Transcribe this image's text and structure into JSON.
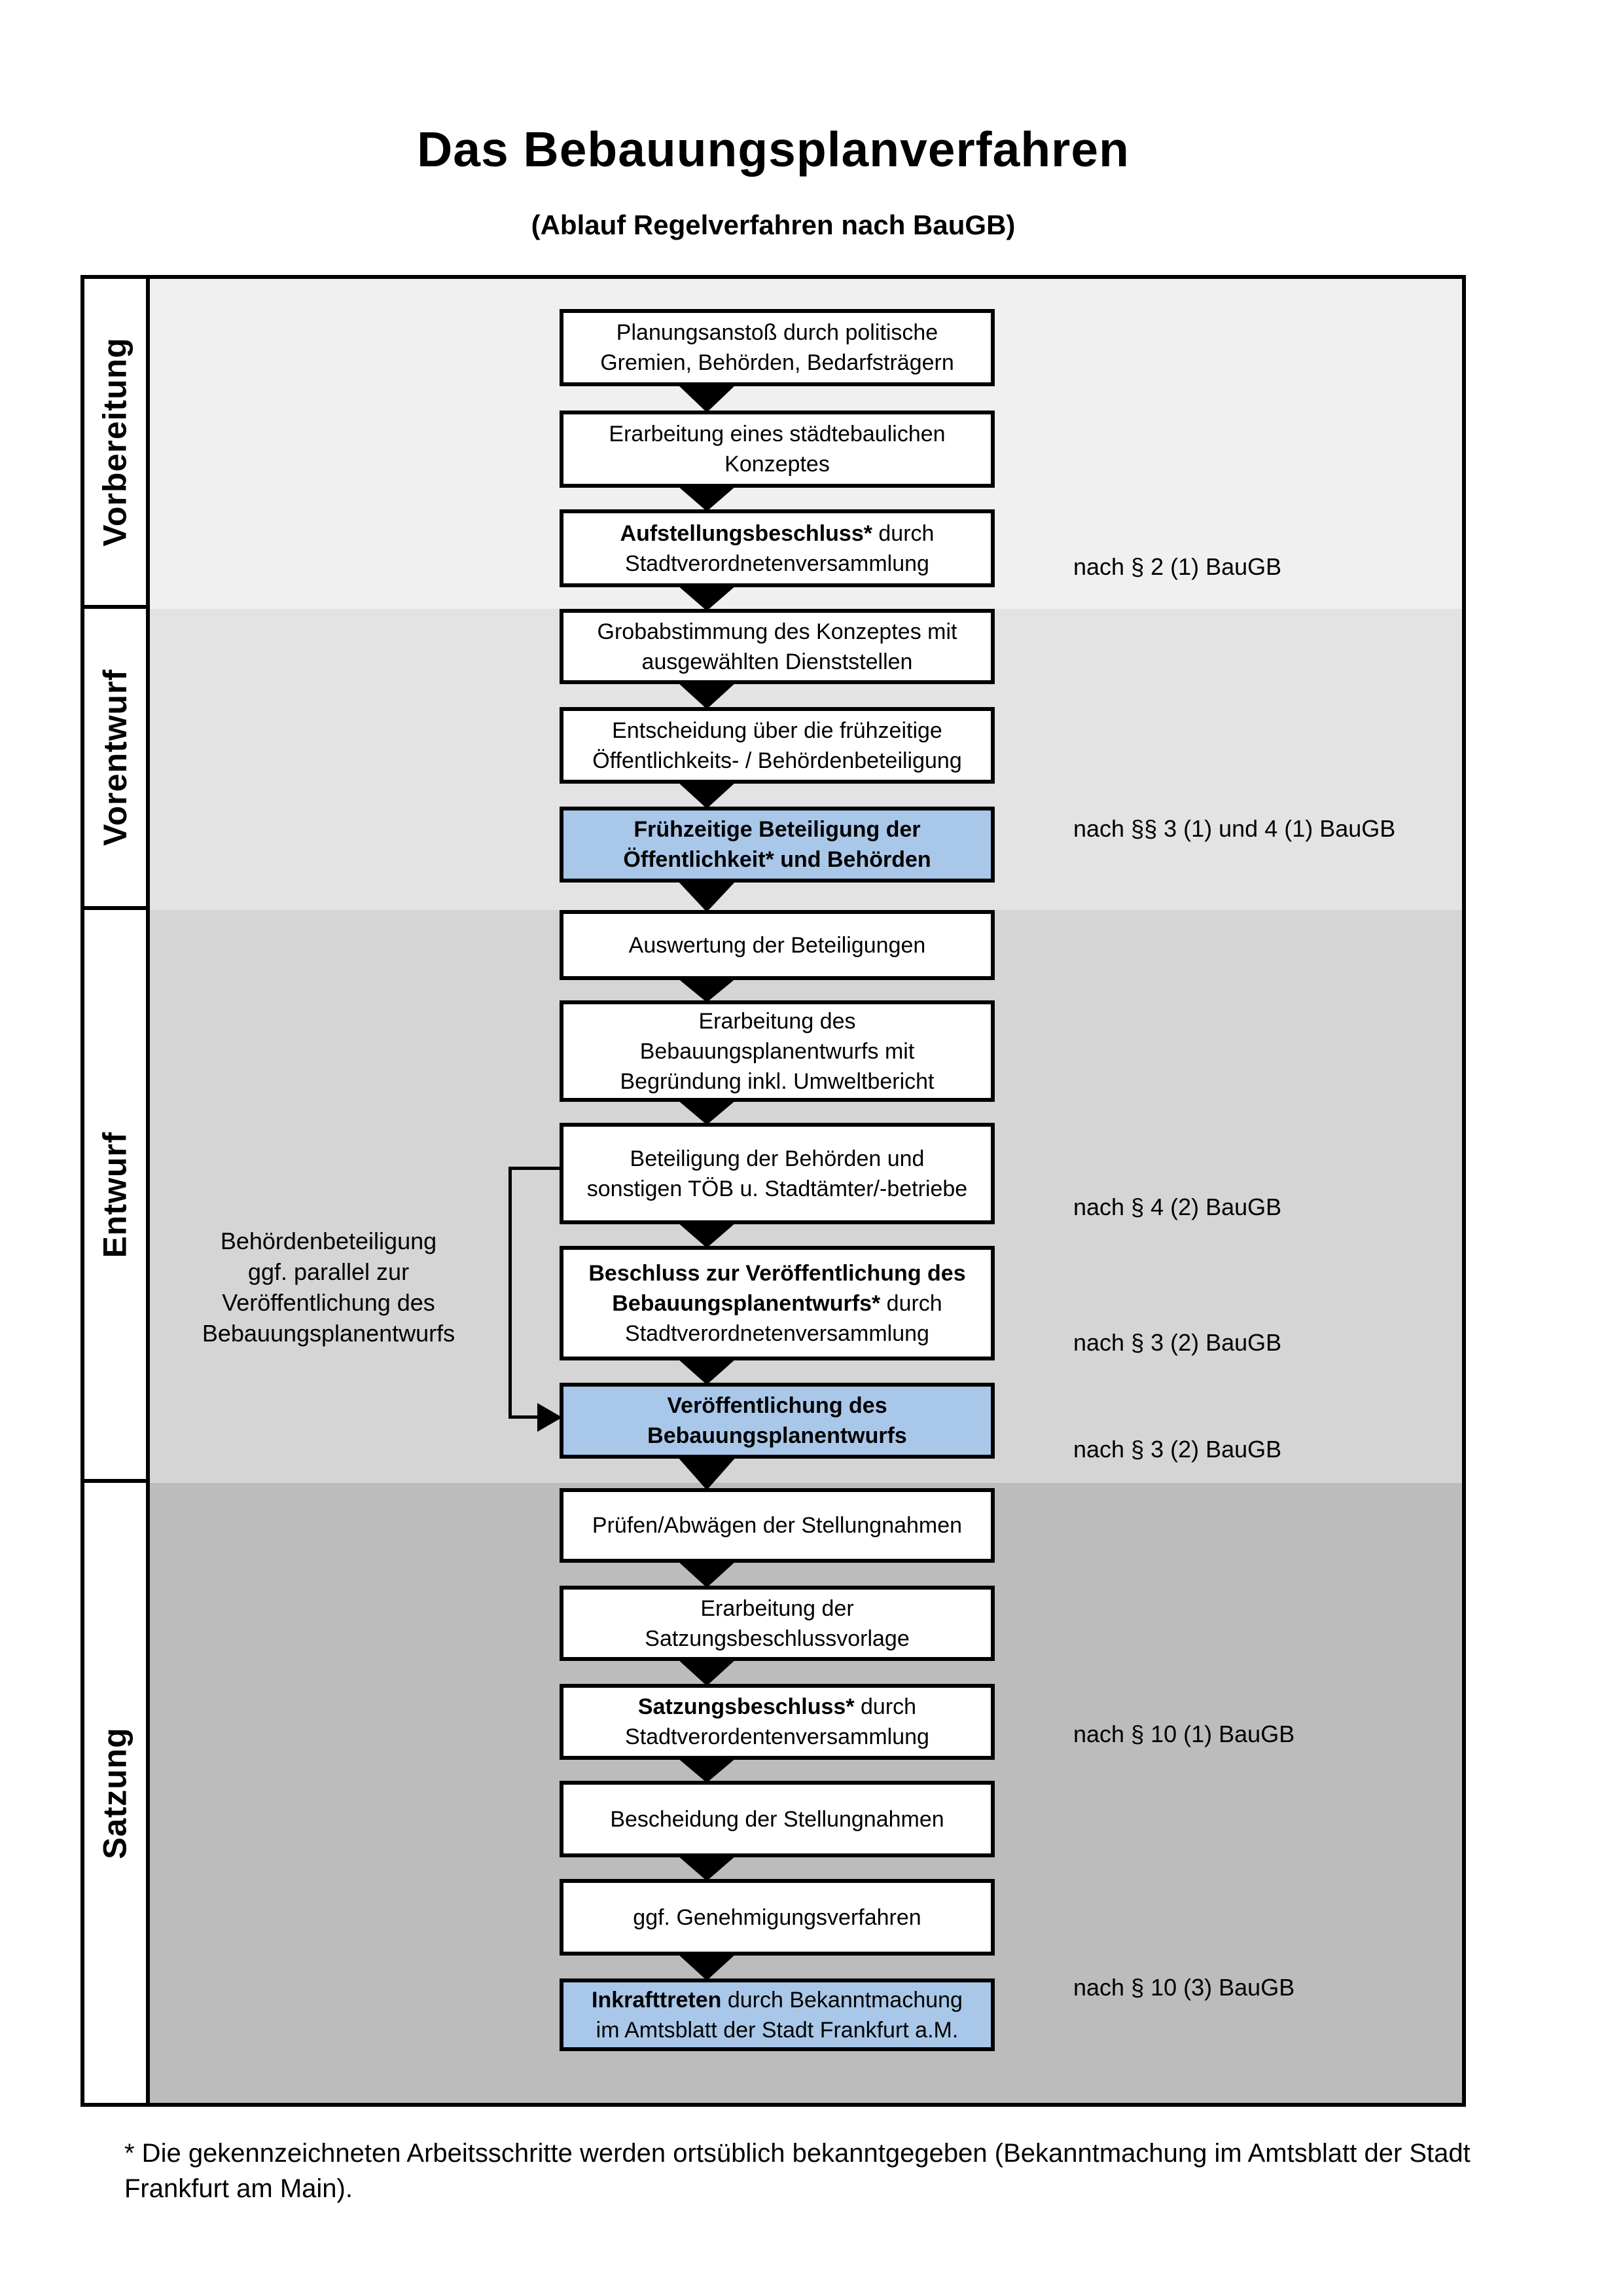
{
  "title": "Das Bebauungsplanverfahren",
  "subtitle": "(Ablauf Regelverfahren nach BauGB)",
  "colors": {
    "highlight": "#a9c7e8",
    "line": "#000000",
    "box_bg": "#ffffff",
    "phase_backgrounds": [
      "#f0f0f0",
      "#e3e3e3",
      "#d5d5d5",
      "#bcbcbc"
    ]
  },
  "phases": [
    {
      "label": "Vorbereitung"
    },
    {
      "label": "Vorentwurf"
    },
    {
      "label": "Entwurf"
    },
    {
      "label": "Satzung"
    }
  ],
  "boxes": [
    {
      "id": "planungsanstoss",
      "highlight": false,
      "reference": null,
      "lines": [
        [
          {
            "t": "Planungsanstoß durch politische",
            "b": false
          }
        ],
        [
          {
            "t": "Gremien, Behörden, Bedarfsträgern",
            "b": false
          }
        ]
      ]
    },
    {
      "id": "staedtebauliches-konzept",
      "highlight": false,
      "reference": null,
      "lines": [
        [
          {
            "t": "Erarbeitung eines städtebaulichen",
            "b": false
          }
        ],
        [
          {
            "t": "Konzeptes",
            "b": false
          }
        ]
      ]
    },
    {
      "id": "aufstellungsbeschluss",
      "highlight": false,
      "reference": "nach § 2 (1) BauGB",
      "lines": [
        [
          {
            "t": "Aufstellungsbeschluss*",
            "b": true
          },
          {
            "t": " durch",
            "b": false
          }
        ],
        [
          {
            "t": "Stadtverordnetenversammlung",
            "b": false
          }
        ]
      ]
    },
    {
      "id": "grobabstimmung",
      "highlight": false,
      "reference": null,
      "lines": [
        [
          {
            "t": "Grobabstimmung des Konzeptes mit",
            "b": false
          }
        ],
        [
          {
            "t": "ausgewählten Dienststellen",
            "b": false
          }
        ]
      ]
    },
    {
      "id": "entscheidung-fruehzeitige-beteiligung",
      "highlight": false,
      "reference": null,
      "lines": [
        [
          {
            "t": "Entscheidung über die frühzeitige",
            "b": false
          }
        ],
        [
          {
            "t": "Öffentlichkeits- / Behördenbeteiligung",
            "b": false
          }
        ]
      ]
    },
    {
      "id": "fruehzeitige-beteiligung",
      "highlight": true,
      "reference": "nach §§ 3 (1) und 4 (1) BauGB",
      "lines": [
        [
          {
            "t": "Frühzeitige Beteiligung der",
            "b": true
          }
        ],
        [
          {
            "t": "Öffentlichkeit* und Behörden",
            "b": true
          }
        ]
      ]
    },
    {
      "id": "auswertung-beteiligungen",
      "highlight": false,
      "reference": null,
      "lines": [
        [
          {
            "t": "Auswertung der Beteiligungen",
            "b": false
          }
        ]
      ]
    },
    {
      "id": "erarbeitung-bebauungsplanentwurf",
      "highlight": false,
      "reference": null,
      "lines": [
        [
          {
            "t": "Erarbeitung des",
            "b": false
          }
        ],
        [
          {
            "t": "Bebauungsplanentwurfs mit",
            "b": false
          }
        ],
        [
          {
            "t": "Begründung inkl. Umweltbericht",
            "b": false
          }
        ]
      ]
    },
    {
      "id": "beteiligung-behoerden",
      "highlight": false,
      "reference": "nach § 4 (2) BauGB",
      "lines": [
        [
          {
            "t": "Beteiligung der Behörden und",
            "b": false
          }
        ],
        [
          {
            "t": "sonstigen TÖB u. Stadtämter/-betriebe",
            "b": false
          }
        ]
      ]
    },
    {
      "id": "beschluss-veroeffentlichung",
      "highlight": false,
      "reference": "nach § 3 (2) BauGB",
      "lines": [
        [
          {
            "t": "Beschluss zur Veröffentlichung des",
            "b": true
          }
        ],
        [
          {
            "t": "Bebauungsplanentwurfs*",
            "b": true
          },
          {
            "t": " durch",
            "b": false
          }
        ],
        [
          {
            "t": "Stadtverordnetenversammlung",
            "b": false
          }
        ]
      ]
    },
    {
      "id": "veroeffentlichung-entwurf",
      "highlight": true,
      "reference": "nach § 3 (2) BauGB",
      "lines": [
        [
          {
            "t": "Veröffentlichung des",
            "b": true
          }
        ],
        [
          {
            "t": "Bebauungsplanentwurfs",
            "b": true
          }
        ]
      ]
    },
    {
      "id": "pruefen-abwaegen",
      "highlight": false,
      "reference": null,
      "lines": [
        [
          {
            "t": "Prüfen/Abwägen der Stellungnahmen",
            "b": false
          }
        ]
      ]
    },
    {
      "id": "satzungsbeschlussvorlage",
      "highlight": false,
      "reference": null,
      "lines": [
        [
          {
            "t": "Erarbeitung der",
            "b": false
          }
        ],
        [
          {
            "t": "Satzungsbeschlussvorlage",
            "b": false
          }
        ]
      ]
    },
    {
      "id": "satzungsbeschluss",
      "highlight": false,
      "reference": "nach § 10 (1) BauGB",
      "lines": [
        [
          {
            "t": "Satzungsbeschluss*",
            "b": true
          },
          {
            "t": " durch",
            "b": false
          }
        ],
        [
          {
            "t": "Stadtverordentenversammlung",
            "b": false
          }
        ]
      ]
    },
    {
      "id": "bescheidung-stellungnahmen",
      "highlight": false,
      "reference": null,
      "lines": [
        [
          {
            "t": "Bescheidung der Stellungnahmen",
            "b": false
          }
        ]
      ]
    },
    {
      "id": "genehmigungsverfahren",
      "highlight": false,
      "reference": null,
      "lines": [
        [
          {
            "t": "ggf. Genehmigungsverfahren",
            "b": false
          }
        ]
      ]
    },
    {
      "id": "inkrafttreten",
      "highlight": true,
      "reference": "nach § 10 (3) BauGB",
      "lines": [
        [
          {
            "t": "Inkrafttreten",
            "b": true
          },
          {
            "t": " durch Bekanntmachung",
            "b": false
          }
        ],
        [
          {
            "t": "im Amtsblatt der Stadt Frankfurt a.M.",
            "b": false
          }
        ]
      ]
    }
  ],
  "side_note": {
    "lines": [
      "Behördenbeteiligung",
      "ggf. parallel zur",
      "Veröffentlichung des",
      "Bebauungsplanentwurfs"
    ]
  },
  "footnote": "* Die gekennzeichneten Arbeitsschritte werden ortsüblich bekanntgegeben (Bekanntmachung im Amtsblatt der Stadt Frankfurt am Main)."
}
